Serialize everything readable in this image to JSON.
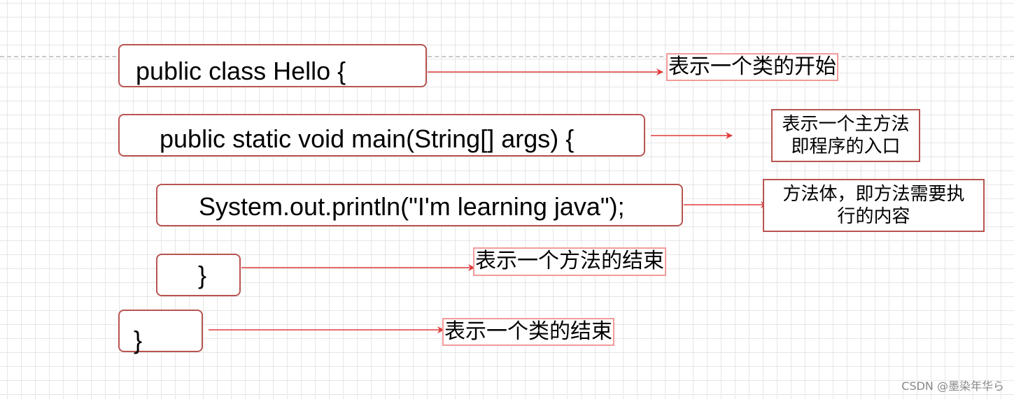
{
  "code": {
    "class_open": "public class Hello {",
    "main_open": "public static void main(String[] args) {",
    "print_stmt": "System.out.println(\"I'm learning java\");",
    "main_close": "}",
    "class_close": "}"
  },
  "notes": {
    "class_start": "表示一个类的开始",
    "main_method_line1": "表示一个主方法",
    "main_method_line2": "即程序的入口",
    "method_body_line1": "方法体，即方法需要执",
    "method_body_line2": "行的内容",
    "method_end": "表示一个方法的结束",
    "class_end": "表示一个类的结束"
  },
  "watermark": "CSDN @墨染年华ら",
  "colors": {
    "box_border": "#b85450",
    "note_border": "#f19c99",
    "arrow": "#e03c3c",
    "grid": "#e6e6e6"
  }
}
